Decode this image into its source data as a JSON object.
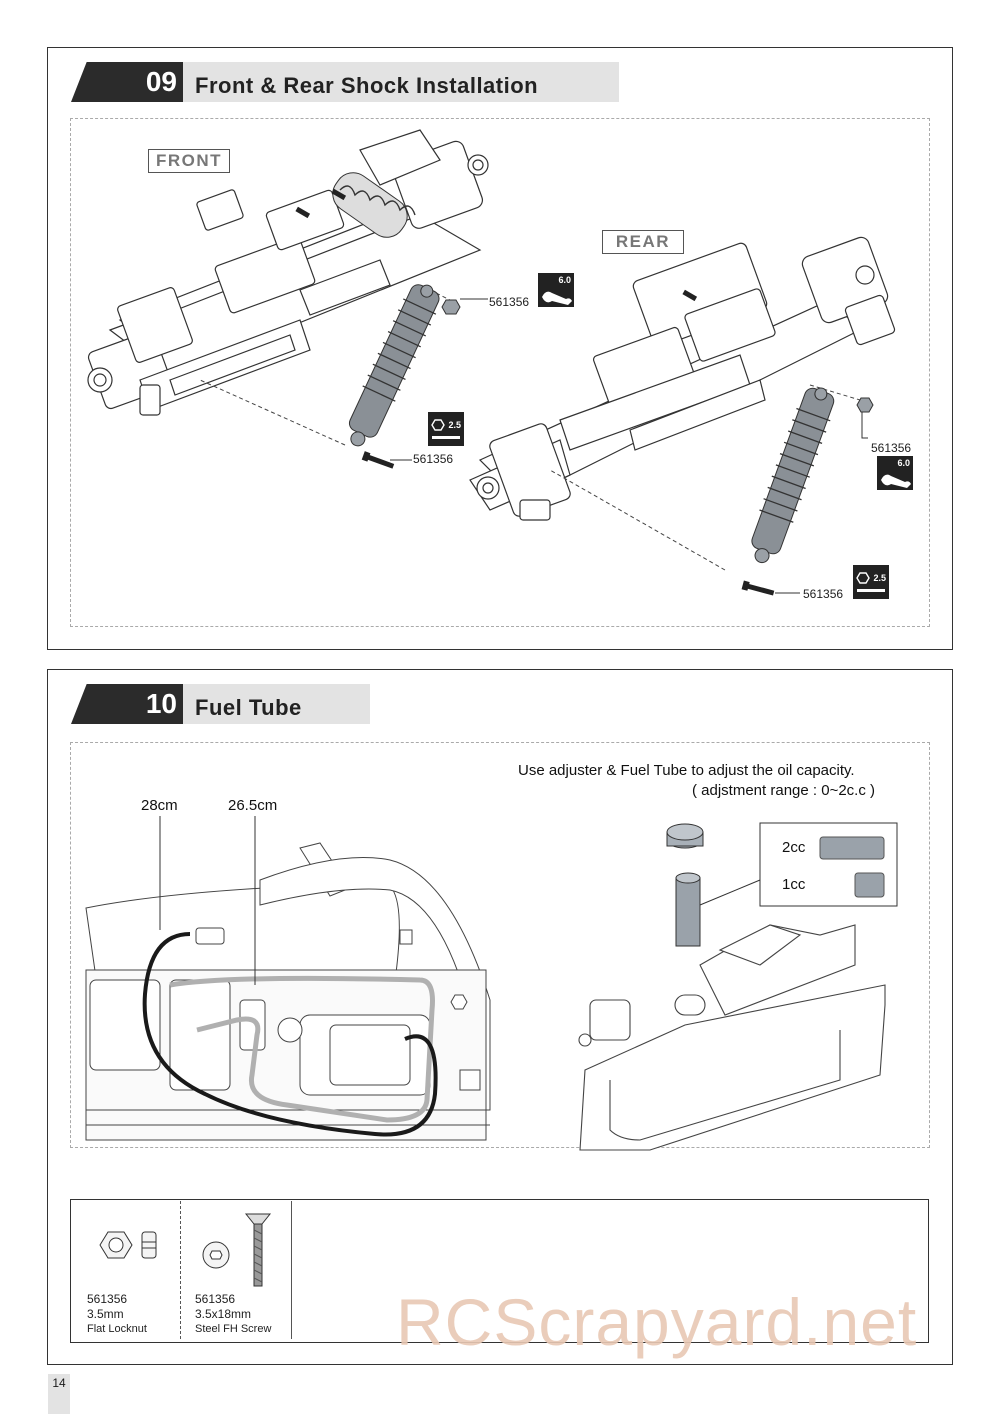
{
  "step9": {
    "number": "09",
    "title": "Front & Rear Shock Installation",
    "front_label": "FRONT",
    "rear_label": "REAR",
    "front_nut_part": "561356",
    "front_screw_part": "561356",
    "rear_nut_part": "561356",
    "rear_screw_part": "561356",
    "tool_wrench": "6.0",
    "tool_hex": "2.5"
  },
  "step10": {
    "number": "10",
    "title": "Fuel Tube",
    "length_a": "28cm",
    "length_b": "26.5cm",
    "note_line1": "Use adjuster & Fuel Tube to adjust the oil capacity.",
    "note_line2": "( adjstment range : 0~2c.c )",
    "cap_2": "2cc",
    "cap_1": "1cc"
  },
  "parts": [
    {
      "code": "561356",
      "size": "3.5mm",
      "name": "Flat Locknut"
    },
    {
      "code": "561356",
      "size": "3.5x18mm",
      "name": "Steel FH Screw"
    }
  ],
  "watermark": "RCScrapyard.net",
  "page_number": "14",
  "colors": {
    "header_dark": "#2b2b2b",
    "header_light": "#e3e3e3",
    "shock_gray": "#8a9096",
    "tube_black": "#1a1a1a",
    "tube_gray": "#b0b0b0"
  }
}
